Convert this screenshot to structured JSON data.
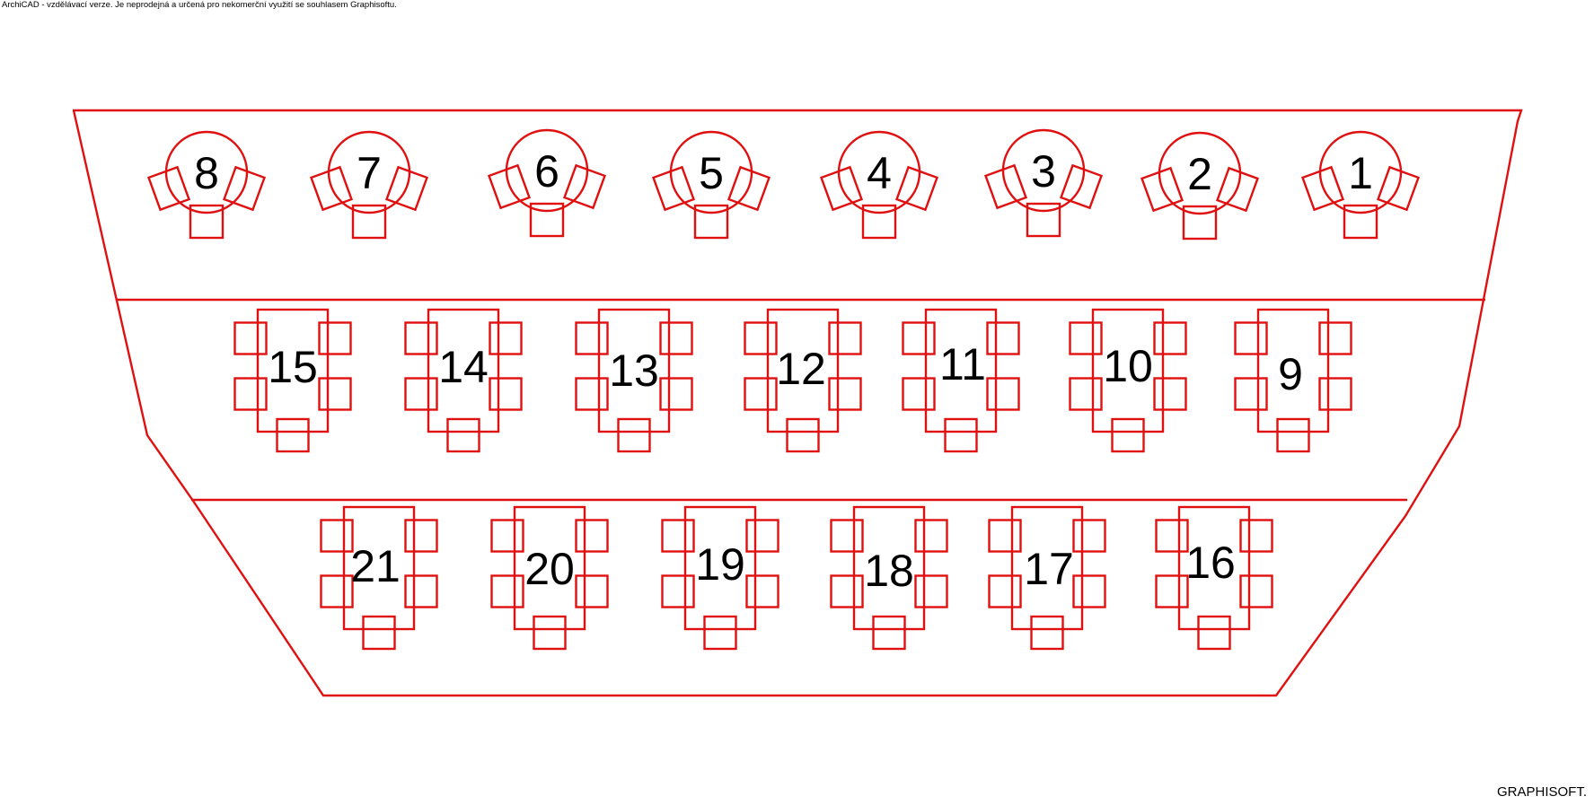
{
  "header": {
    "disclaimer": "ArchiCAD - vzdělávací verze. Je neprodejná a určená pro nekomerční využití se souhlasem Graphisoftu."
  },
  "footer": {
    "logo": "GRAPHISOFT."
  },
  "colors": {
    "line": "#e01010",
    "text": "#000000",
    "background": "#ffffff"
  },
  "rows": [
    {
      "kind": "round-table",
      "tables": [
        "8",
        "7",
        "6",
        "5",
        "4",
        "3",
        "2",
        "1"
      ]
    },
    {
      "kind": "rect-table",
      "tables": [
        "15",
        "14",
        "13",
        "12",
        "11",
        "10",
        "9"
      ]
    },
    {
      "kind": "rect-table",
      "tables": [
        "21",
        "20",
        "19",
        "18",
        "17",
        "16"
      ]
    }
  ]
}
